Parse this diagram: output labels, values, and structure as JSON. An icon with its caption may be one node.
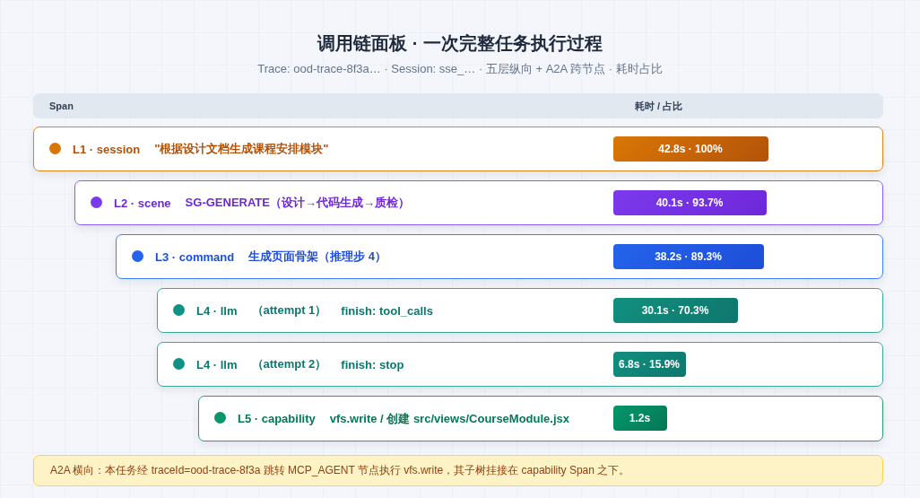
{
  "diagram": {
    "title": "调用链面板 · 一次完整任务执行过程",
    "nodes": [
      {
        "text": [
          "Span",
          "耗时 / 占比"
        ]
      },
      {
        "text": [
          "L1 · session",
          "\"根据设计文档生成课程安排模块\""
        ]
      },
      {
        "text": [
          "42.8s · 100%"
        ],
        "in": 1
      },
      {
        "text": [
          "L2 · scene",
          "SG-GENERATE（设计→代码生成→质检）"
        ]
      },
      {
        "text": [
          "40.1s · 93.7%"
        ],
        "in": 3
      },
      {
        "text": [
          "L3 · command",
          "生成页面骨架（推理步 4）"
        ]
      },
      {
        "text": [
          "38.2s · 89.3%"
        ],
        "in": 5
      },
      {
        "text": [
          "L4 · llm",
          "（attempt 1）",
          "finish: tool_calls"
        ]
      },
      {
        "text": [
          "30.1s · 70.3%"
        ],
        "in": 7
      },
      {
        "text": [
          "L4 · llm",
          "（attempt 2）",
          "finish: stop"
        ]
      },
      {
        "text": [
          "6.8s · 15.9%"
        ],
        "in": 9
      },
      {
        "text": [
          "L5 · capability",
          "vfs.write / 创建 src/views/CourseModule.jsx"
        ]
      },
      {
        "text": [
          "1.2s"
        ],
        "in": 11
      },
      {
        "text": [
          "A2A 横向：本任务经 traceId=ood-trace-8f3a 跳转 MCP_AGENT 节点执行 vfs.write，其子树挂接在 capability Span 之下。"
        ]
      }
    ],
    "labels": [
      "Trace: ood-trace-8f3a… · Session: sse_… · 五层纵向 + A2A 跨节点 · 耗时占比"
    ]
  }
}
